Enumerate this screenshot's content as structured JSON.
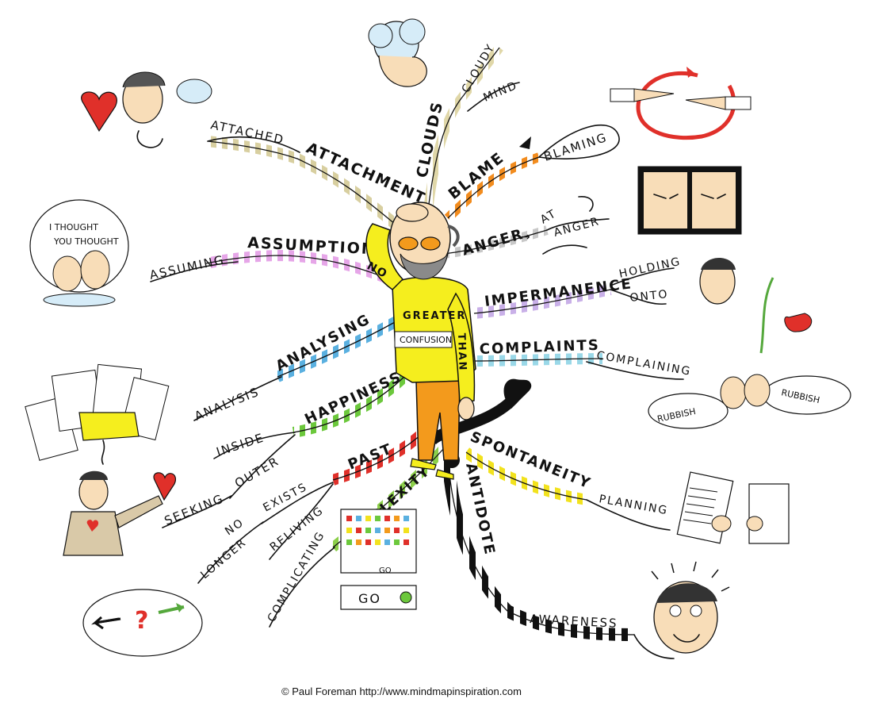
{
  "center": {
    "words": [
      "NO",
      "GREATER",
      "CONFUSION",
      "THAN"
    ]
  },
  "branches": {
    "attachment": {
      "label": "ATTACHMENT",
      "sub": [
        "ATTACHED"
      ]
    },
    "clouds": {
      "label": "CLOUDS",
      "sub": [
        "CLOUDY",
        "MIND"
      ]
    },
    "blame": {
      "label": "BLAME",
      "sub": [
        "BLAMING"
      ]
    },
    "anger": {
      "label": "ANGER",
      "sub": [
        "AT",
        "ANGER"
      ]
    },
    "assumption": {
      "label": "ASSUMPTION",
      "sub": [
        "ASSUMING"
      ]
    },
    "impermanence": {
      "label": "IMPERMANENCE",
      "sub": [
        "HOLDING",
        "ONTO"
      ]
    },
    "analysing": {
      "label": "ANALYSING",
      "sub": [
        "ANALYSIS"
      ]
    },
    "complaints": {
      "label": "COMPLAINTS",
      "sub": [
        "COMPLAINING"
      ]
    },
    "happiness": {
      "label": "HAPPINESS",
      "sub": [
        "INSIDE",
        "OUTER",
        "SEEKING"
      ]
    },
    "past": {
      "label": "PAST",
      "sub": [
        "EXISTS",
        "NO",
        "LONGER",
        "RELIVING"
      ]
    },
    "spontaneity": {
      "label": "SPONTANEITY",
      "sub": [
        "PLANNING"
      ]
    },
    "complexity": {
      "label": "COMPLEXITY",
      "sub": [
        "COMPLICATING"
      ]
    },
    "antidote": {
      "label": "ANTIDOTE",
      "sub": [
        "AWARENESS"
      ]
    }
  },
  "illustrations": {
    "thought_bubble_lines": [
      "I THOUGHT",
      "YOU THOUGHT"
    ],
    "rubbish_left": "RUBBISH",
    "rubbish_right": "RUBBISH",
    "go_panel": "GO",
    "go_small": "GO"
  },
  "footer": {
    "copyright": "© Paul Foreman http://www.mindmapinspiration.com"
  },
  "colors": {
    "shirt": "#f5ee1e",
    "trousers": "#f39a1c",
    "branch_stripe_attachment": "#d8cfa0",
    "branch_stripe_blame": "#f28c1e",
    "branch_stripe_assumption": "#e6a6e8",
    "branch_stripe_impermanence": "#c9b0e8",
    "branch_stripe_analysing": "#5ab0e0",
    "branch_stripe_complaints": "#9ad8e8",
    "branch_stripe_happiness": "#6cc83c",
    "branch_stripe_past": "#e0302a",
    "branch_stripe_spontaneity": "#f2e21e",
    "branch_stripe_complexity": "#8ccf4a",
    "branch_stripe_antidote": "#111111",
    "heart": "#e0302a",
    "arrow_red": "#e0302a",
    "arrow_green": "#55a83c"
  }
}
